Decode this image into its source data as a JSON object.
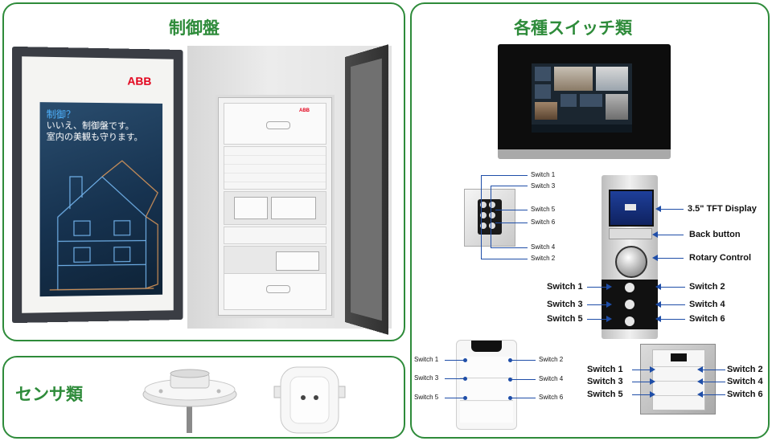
{
  "panels": {
    "control_board": {
      "title": "制御盤"
    },
    "sensors": {
      "title": "センサ類"
    },
    "switches": {
      "title": "各種スイッチ類"
    }
  },
  "poster": {
    "brand": "ABB",
    "line1": "制御？",
    "line2": "いいえ、制御盤です。",
    "line3": "室内の美観も守ります。"
  },
  "cabinet": {
    "brand": "ABB"
  },
  "small_keypad": {
    "labels": [
      "Switch 1",
      "Switch 3",
      "Switch 5",
      "Switch 6",
      "Switch 4",
      "Switch 2"
    ]
  },
  "display_panel": {
    "tft": "3.5\" TFT Display",
    "back": "Back button",
    "rotary": "Rotary Control",
    "left": [
      "Switch 1",
      "Switch 3",
      "Switch 5"
    ],
    "right": [
      "Switch 2",
      "Switch 4",
      "Switch 6"
    ]
  },
  "white_panel": {
    "left": [
      "Switch 1",
      "Switch 3",
      "Switch 5"
    ],
    "right": [
      "Switch 2",
      "Switch 4",
      "Switch 6"
    ]
  },
  "square_panel": {
    "left": [
      "Switch 1",
      "Switch 3",
      "Switch 5"
    ],
    "right": [
      "Switch 2",
      "Switch 4",
      "Switch 6"
    ]
  },
  "colors": {
    "accent": "#2e8b3a",
    "leader_line": "#1f4ea8",
    "brand": "#e2001a"
  },
  "icons": [
    "house-icon",
    "ceiling-sensor-icon",
    "wall-sensor-icon",
    "touch-screen-icon"
  ]
}
